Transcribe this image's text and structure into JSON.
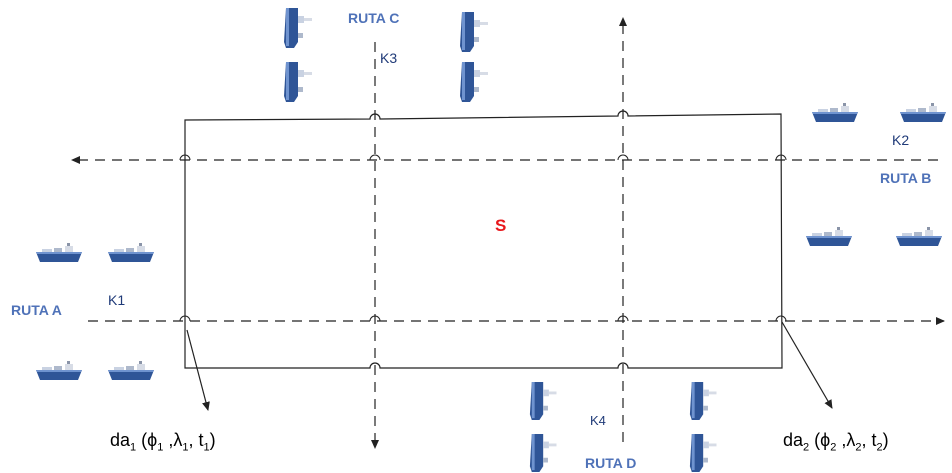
{
  "diagram": {
    "area_label": "S",
    "routes": {
      "a": "RUTA A",
      "b": "RUTA B",
      "c": "RUTA C",
      "d": "RUTA D"
    },
    "points": {
      "k1": "K1",
      "k2": "K2",
      "k3": "K3",
      "k4": "K4"
    },
    "exits": {
      "left": {
        "name": "da",
        "index": "1",
        "vars": [
          "ϕ",
          "λ",
          "t"
        ]
      },
      "right": {
        "name": "da",
        "index": "2",
        "vars": [
          "ϕ",
          "λ",
          "t"
        ]
      }
    },
    "icons": [
      "ship-icon"
    ],
    "colors": {
      "route_label": "#4f72b8",
      "area_label": "#e8181c",
      "ship_hull": "#2f5597",
      "lines": "#222222"
    }
  }
}
